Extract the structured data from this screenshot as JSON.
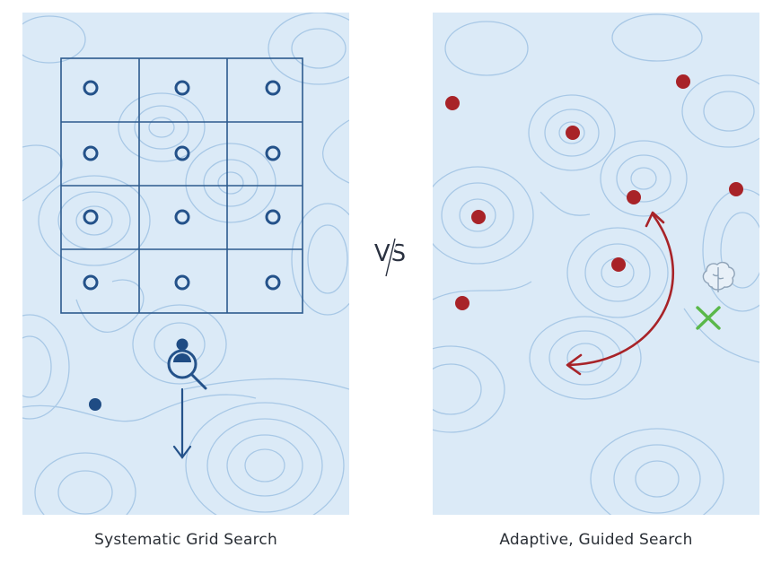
{
  "left": {
    "caption": "Systematic Grid Search",
    "grid": {
      "rows": 4,
      "cols": 3
    },
    "colors": {
      "line": "#2c5a8e",
      "marker": "#24528a",
      "contour": "#a8c8e6",
      "bg": "#dbeaf7"
    }
  },
  "right": {
    "caption": "Adaptive, Guided Search",
    "colors": {
      "point": "#a82328",
      "arrow": "#a82328",
      "target": "#5ab84a",
      "contour": "#a8c8e6"
    }
  },
  "divider": {
    "label": "VS"
  },
  "icons": {
    "magnifier": "magnifier-icon",
    "down_arrow": "down-arrow-icon",
    "brain": "brain-icon",
    "target": "x-mark-icon"
  }
}
